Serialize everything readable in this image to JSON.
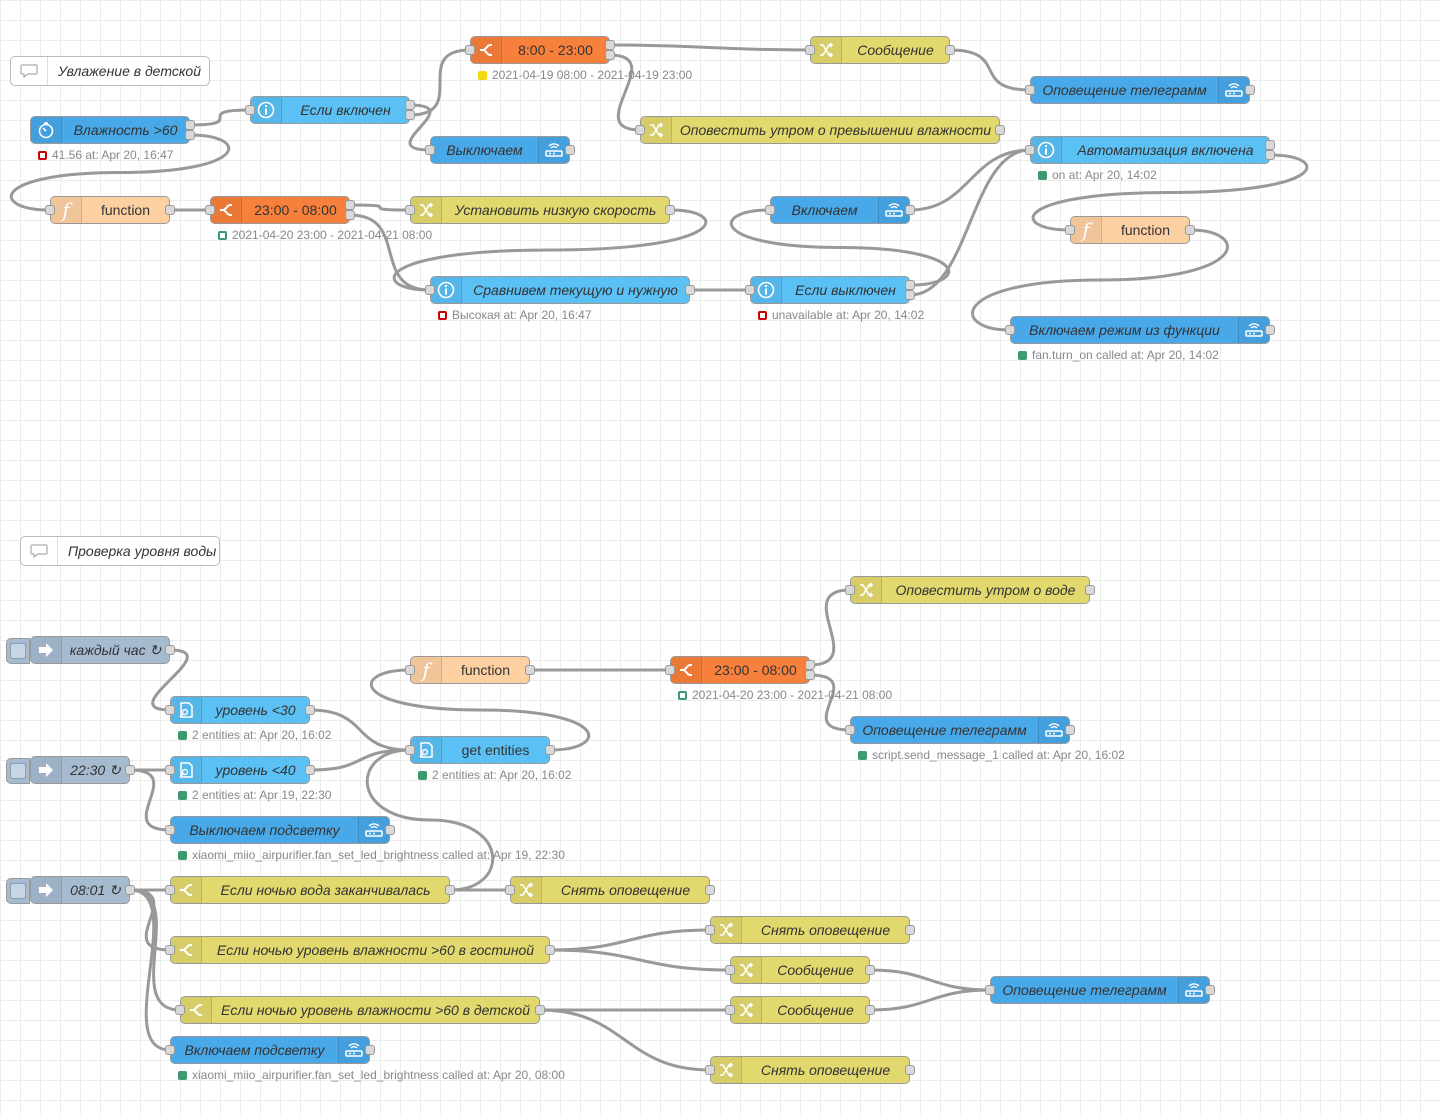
{
  "colors": {
    "switch": "#e2d96e",
    "change": "#e2d96e",
    "timerange": "#f7803c",
    "ha_blue": "#48a8e8",
    "ha_light": "#5bc0f4",
    "function": "#fdd0a2",
    "inject": "#a6bbcf",
    "wire": "#999999"
  },
  "comments": {
    "c1": "Увлажение в детской",
    "c2": "Проверка уровня воды"
  },
  "nodes": {
    "n1": "8:00 - 23:00",
    "n2": "Сообщение",
    "n3": "Оповещение телеграмм",
    "n4": "Влажность >60",
    "n5": "Если включен",
    "n6": "Выключаем",
    "n7": "Оповестить утром о превышении влажности",
    "n8": "Автоматизация включена",
    "n9": "function",
    "n10": "23:00 - 08:00",
    "n11": "Установить низкую скорость",
    "n12": "Включаем",
    "n13": "function",
    "n14": "Сравнивем текущую и нужную",
    "n15": "Если выключен",
    "n16": "Включаем режим из функции",
    "m1": "Оповестить утром о воде",
    "m2": "каждый час ↻",
    "m3": "function",
    "m4": "23:00 - 08:00",
    "m5": "уровень <30",
    "m6": "get entities",
    "m7": "Оповещение телеграмм",
    "m8": "22:30 ↻",
    "m9": "уровень <40",
    "m10": "Выключаем подсветку",
    "m11": "08:01 ↻",
    "m12": "Если ночью вода заканчивалась",
    "m13": "Снять оповещение",
    "m14": "Снять оповещение",
    "m15": "Если ночью уровень влажности >60 в гостиной",
    "m16": "Сообщение",
    "m17": "Оповещение телеграмм",
    "m18": "Сообщение",
    "m19": "Если ночью уровень влажности >60 в детской",
    "m20": "Включаем подсветку",
    "m21": "Снять оповещение"
  },
  "statuses": {
    "n1": "2021-04-19 08:00 - 2021-04-19 23:00",
    "n4": "41.56 at: Apr 20, 16:47",
    "n8": "on at: Apr 20, 14:02",
    "n10": "2021-04-20 23:00 - 2021-04-21 08:00",
    "n14": "Высокая at: Apr 20, 16:47",
    "n15": "unavailable at: Apr 20, 14:02",
    "n16": "fan.turn_on called at: Apr 20, 14:02",
    "m4": "2021-04-20 23:00 - 2021-04-21 08:00",
    "m5": "2 entities at: Apr 20, 16:02",
    "m6": "2 entities at: Apr 20, 16:02",
    "m7": "script.send_message_1 called at: Apr 20, 16:02",
    "m9": "2 entities at: Apr 19, 22:30",
    "m10": "xiaomi_miio_airpurifier.fan_set_led_brightness called at: Apr 19, 22:30",
    "m20": "xiaomi_miio_airpurifier.fan_set_led_brightness called at: Apr 20, 08:00"
  }
}
